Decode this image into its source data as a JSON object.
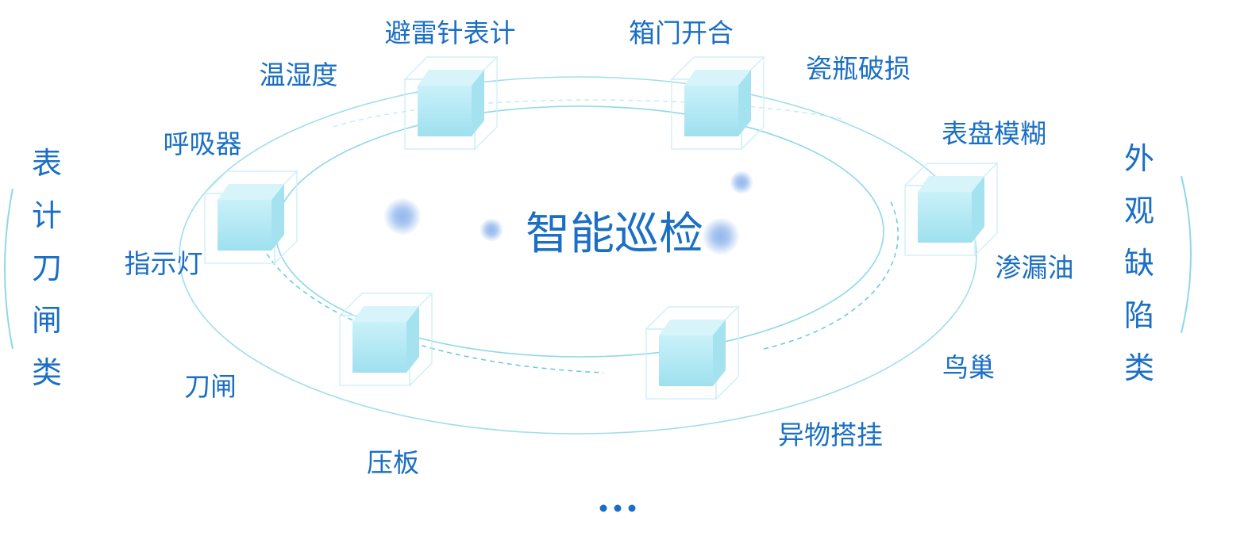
{
  "center_title": "智能巡检",
  "left_group": [
    "表",
    "计",
    "刀",
    "闸",
    "类"
  ],
  "right_group": [
    "外",
    "观",
    "缺",
    "陷",
    "类"
  ],
  "labels": {
    "bileizhen": "避雷针表计",
    "xiangmen": "箱门开合",
    "wenshidu": "温湿度",
    "cipingposun": "瓷瓶破损",
    "huxiqi": "呼吸器",
    "biaopan": "表盘模糊",
    "zhishideng": "指示灯",
    "shenlouyou": "渗漏油",
    "daozha": "刀闸",
    "niaochao": "鸟巢",
    "yawuguagua": "异物搭挂",
    "yaban": "压板"
  },
  "colors": {
    "text": "#1a6fc4",
    "ring": "#7fd3e6",
    "cube_face": "#b8ecf6",
    "cube_edge": "#cfeff7",
    "glow": "#5b95e0"
  }
}
